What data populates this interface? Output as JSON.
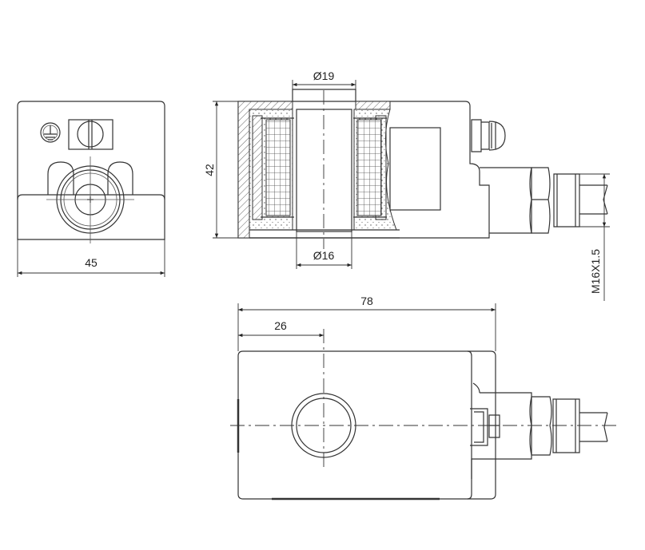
{
  "title": "Solenoid coil with cable gland – dimensional drawing",
  "dimensions": {
    "width_front": "45",
    "height_side": "42",
    "bore_top": "Ø19",
    "bore_bottom": "Ø16",
    "overall_length": "78",
    "bore_offset": "26",
    "thread": "M16X1.5"
  },
  "views": [
    "front-view",
    "section-view",
    "top-view"
  ],
  "colors": {
    "line": "#333333",
    "background": "#ffffff"
  }
}
